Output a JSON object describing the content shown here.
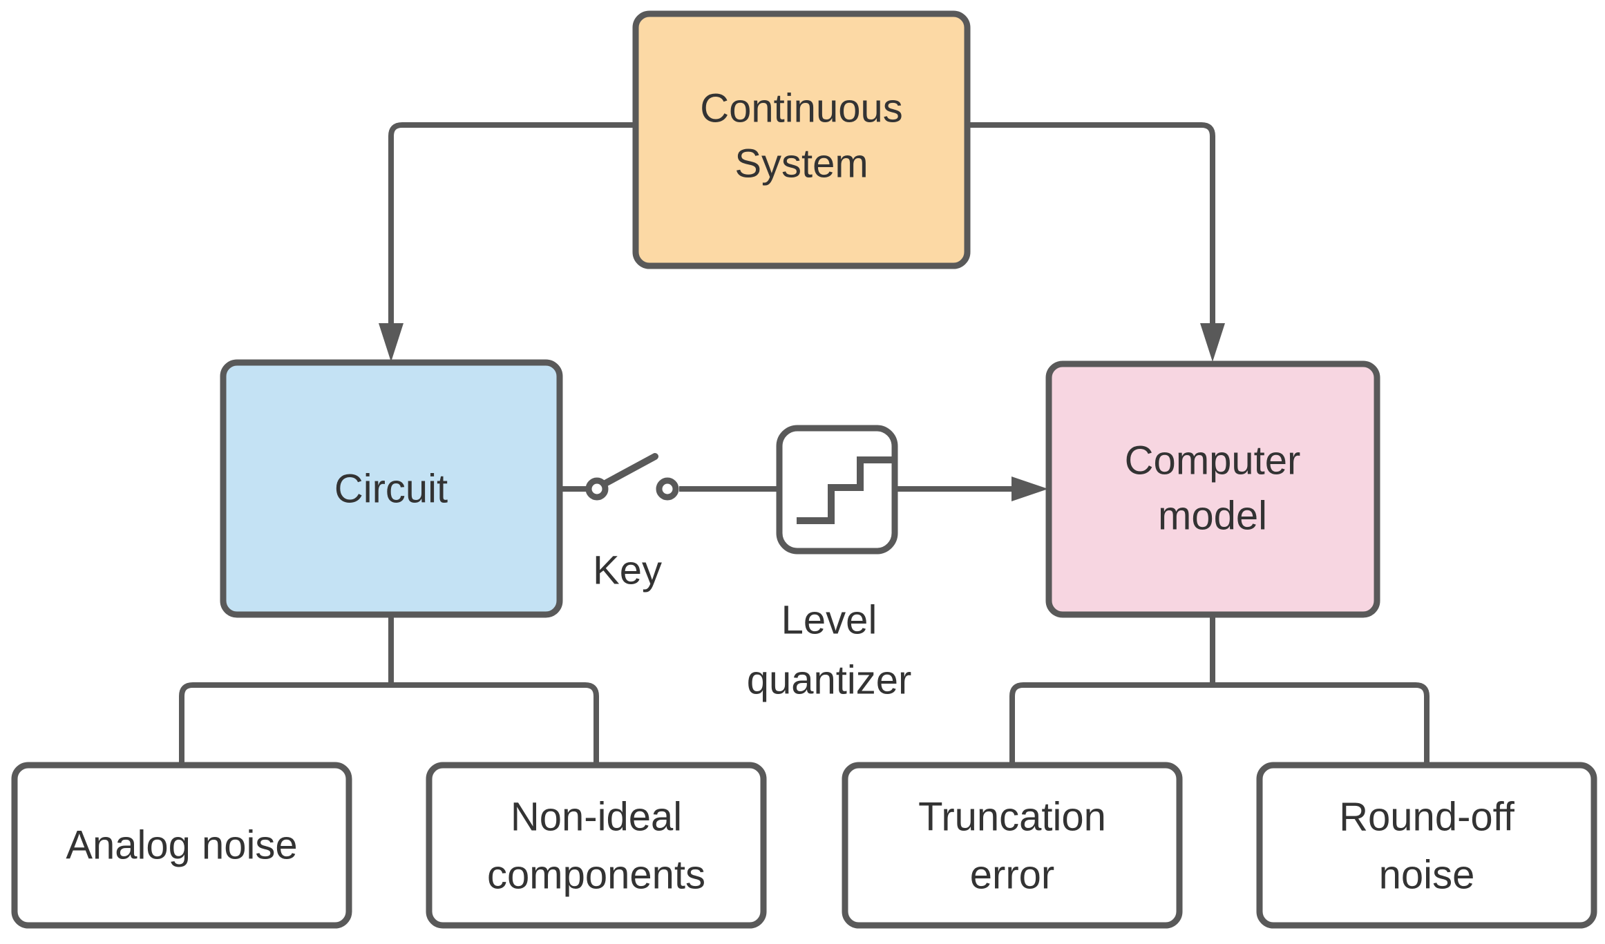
{
  "diagram": {
    "nodes": {
      "continuous_system": {
        "lines": [
          "Continuous",
          "System"
        ],
        "fill": "#FCD9A5"
      },
      "circuit": {
        "lines": [
          "Circuit"
        ],
        "fill": "#C4E2F4"
      },
      "computer_model": {
        "lines": [
          "Computer",
          "model"
        ],
        "fill": "#F7D6E1"
      },
      "level_quantizer": {
        "fill": "#FFFFFF",
        "icon": "step-function-icon",
        "caption_lines": [
          "Level",
          "quantizer"
        ]
      },
      "key_switch": {
        "icon": "open-switch-icon",
        "caption": "Key"
      },
      "analog_noise": {
        "lines": [
          "Analog noise"
        ],
        "fill": "#FFFFFF"
      },
      "non_ideal_components": {
        "lines": [
          "Non-ideal",
          "components"
        ],
        "fill": "#FFFFFF"
      },
      "truncation_error": {
        "lines": [
          "Truncation",
          "error"
        ],
        "fill": "#FFFFFF"
      },
      "round_off_noise": {
        "lines": [
          "Round-off",
          "noise"
        ],
        "fill": "#FFFFFF"
      }
    },
    "colors": {
      "node_border": "#595959",
      "connector": "#595959",
      "text": "#333333",
      "background": "#FFFFFF"
    }
  }
}
